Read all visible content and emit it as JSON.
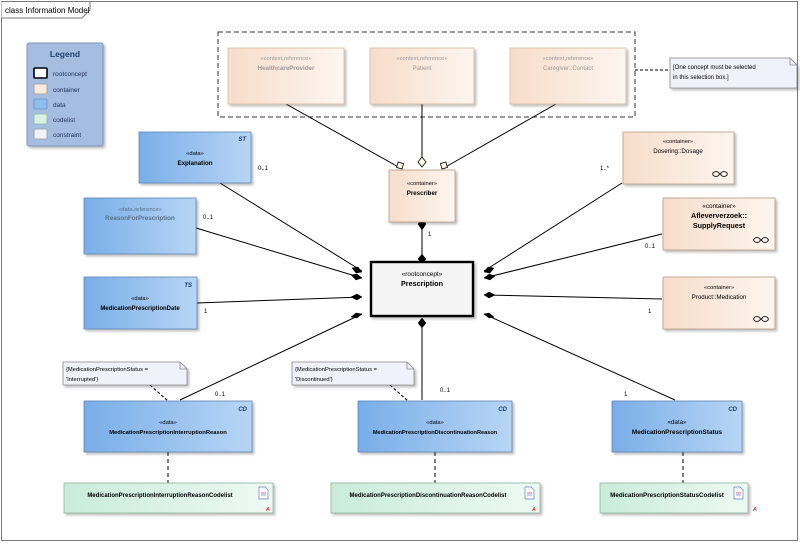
{
  "frame": {
    "title": "class Information Model"
  },
  "legend": {
    "title": "Legend",
    "items": [
      {
        "label": "rootconcept",
        "color": "#ffffff"
      },
      {
        "label": "container",
        "color": "#fbe9dc"
      },
      {
        "label": "data",
        "color": "#a8ccf0"
      },
      {
        "label": "codelist",
        "color": "#d8f1e4"
      },
      {
        "label": "constraint",
        "color": "#f1f1fb"
      }
    ]
  },
  "colors": {
    "container": "#fbeadf",
    "data": "#8fbdee",
    "codelist": "#d8f1e4",
    "note": "#f1f1fb",
    "legend_bg": "#9fb6dc"
  },
  "classes": {
    "healthcare_provider": {
      "stereotype": "«context,reference»",
      "name": "HealthcareProvider"
    },
    "patient": {
      "stereotype": "«context,reference»",
      "name": "Patient"
    },
    "caregiver": {
      "stereotype": "«context,reference»",
      "name": "Caregiver::Contact"
    },
    "prescriber": {
      "stereotype": "«container»",
      "name": "Prescriber"
    },
    "explanation": {
      "stereotype": "«data»",
      "name": "Explanation",
      "tag": "ST"
    },
    "reason": {
      "stereotype": "«data,reference»",
      "name": "ReasonForPrescription"
    },
    "prescription_date": {
      "stereotype": "«data»",
      "name": "MedicationPrescriptionDate",
      "tag": "TS"
    },
    "prescription": {
      "stereotype": "«rootconcept»",
      "name": "Prescription"
    },
    "dosage": {
      "stereotype": "«container»",
      "name": "Dosering::Dosage"
    },
    "supply": {
      "stereotype": "«container»",
      "name": "Afleververzoek::",
      "name2": "SupplyRequest"
    },
    "product": {
      "stereotype": "«container»",
      "name": "Product::Medication"
    },
    "interruption": {
      "stereotype": "«data»",
      "name": "MedicationPrescriptionInterruptionReason",
      "tag": "CD"
    },
    "discontinuation": {
      "stereotype": "«data»",
      "name": "MedicationPrescriptionDiscontinuationReason",
      "tag": "CD"
    },
    "status": {
      "stereotype": "«data»",
      "name": "MedicationPrescriptionStatus",
      "tag": "CD"
    },
    "interruption_codelist": {
      "name": "MedicationPrescriptionInterruptionReasonCodelist"
    },
    "discontinuation_codelist": {
      "name": "MedicationPrescriptionDiscontinuationReasonCodelist"
    },
    "status_codelist": {
      "name": "MedicationPrescriptionStatusCodelist"
    }
  },
  "notes": {
    "selection": {
      "line1": "[One concept must be selected",
      "line2": "in this selection box.]"
    },
    "interrupted": {
      "line1": "{MedicationPrescriptionStatus =",
      "line2": "'Interrupted'}"
    },
    "discontinued": {
      "line1": "{MedicationPrescriptionStatus =",
      "line2": "'Discontinued'}"
    }
  },
  "multiplicities": {
    "explanation": "0..1",
    "reason": "0..1",
    "prescription_date": "1",
    "prescriber": "1",
    "dosage": "1..*",
    "supply": "0..1",
    "product": "1",
    "interruption": "0..1",
    "discontinuation": "0..1",
    "status": "1"
  }
}
